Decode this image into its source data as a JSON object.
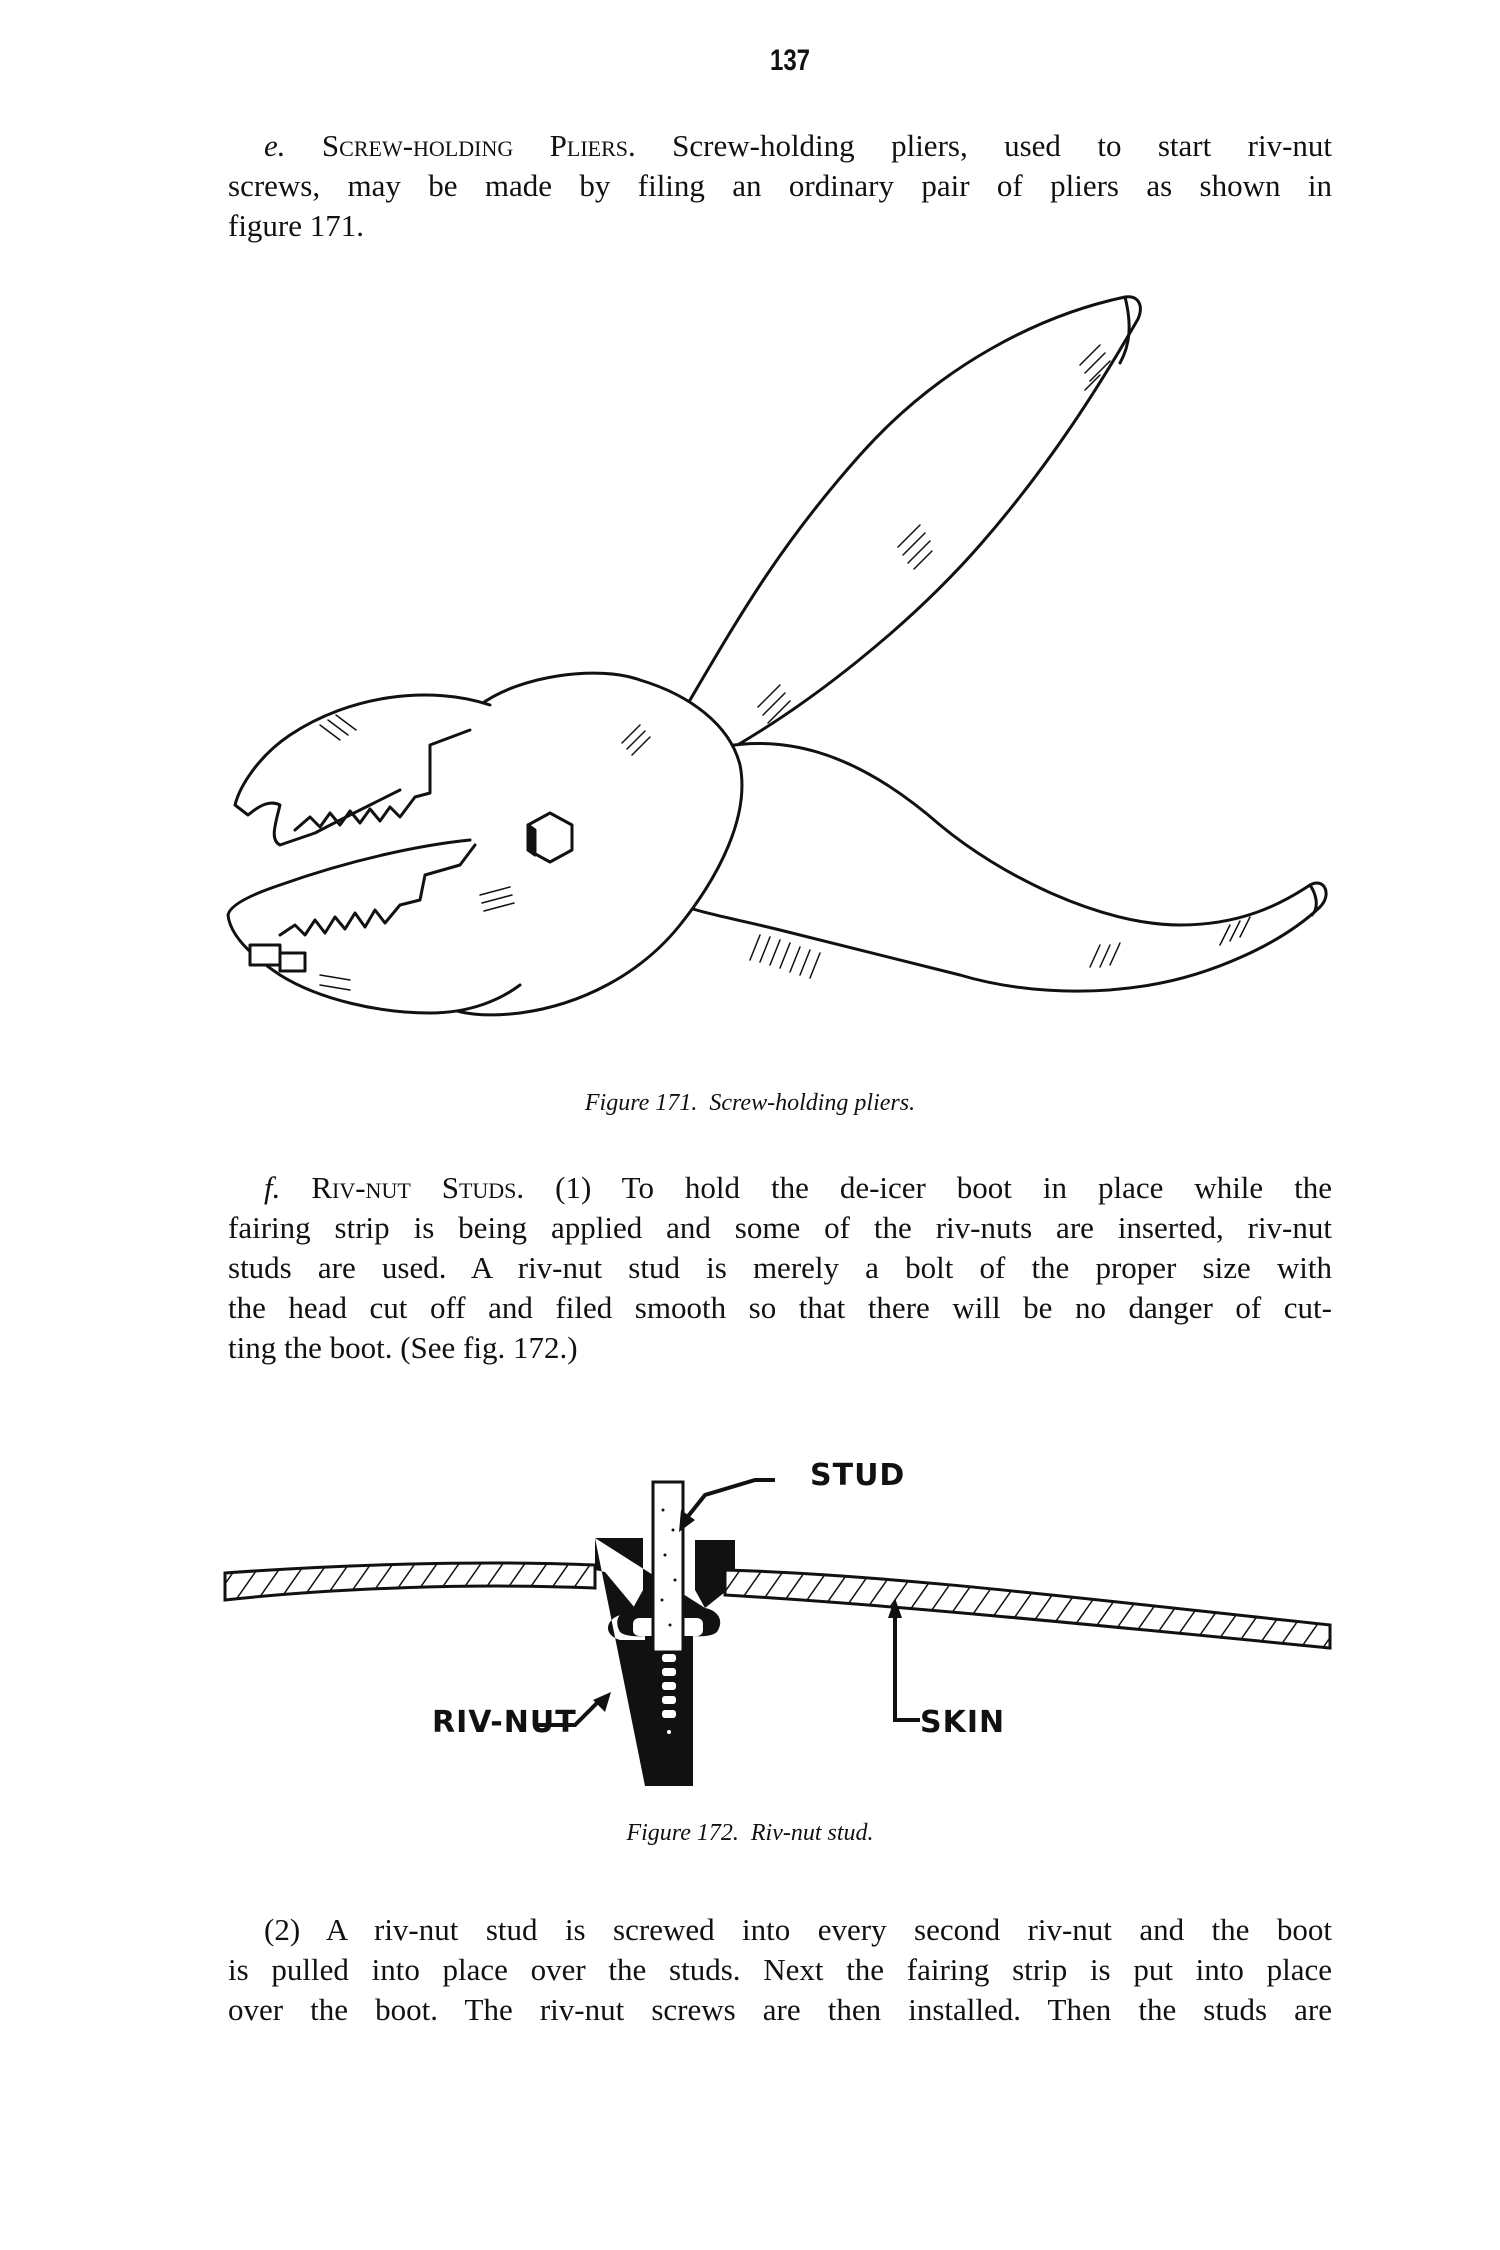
{
  "page": {
    "number": "137"
  },
  "section_e": {
    "letter": "e.",
    "heading": "Screw-holding Pliers.",
    "lines": [
      "Screw-holding pliers, used to start riv-nut",
      "screws, may be made by filing an ordinary pair of pliers as shown in",
      "figure 171."
    ]
  },
  "figure_171": {
    "caption_number": "Figure 171.",
    "caption_text": "Screw-holding pliers.",
    "illustration": "pliers-drawing"
  },
  "section_f": {
    "letter": "f.",
    "heading": "Riv-nut Studs.",
    "lines": [
      "(1) To hold the de-icer boot in place while the",
      "fairing strip is being applied and some of the riv-nuts are inserted, riv-nut",
      "studs are used. A riv-nut stud is merely a bolt of the proper size with",
      "the head cut off and filed smooth so that there will be no danger of cut-",
      "ting the boot. (See fig. 172.)"
    ]
  },
  "figure_172": {
    "labels": {
      "stud": "STUD",
      "rivnut": "RIV-NUT",
      "skin": "SKIN"
    },
    "caption_number": "Figure 172.",
    "caption_text": "Riv-nut stud."
  },
  "section_f2": {
    "lines": [
      "(2) A riv-nut stud is screwed into every second riv-nut and the boot",
      "is pulled into place over the studs. Next the fairing strip is put into place",
      "over the boot. The riv-nut screws are then installed. Then the studs are"
    ]
  }
}
